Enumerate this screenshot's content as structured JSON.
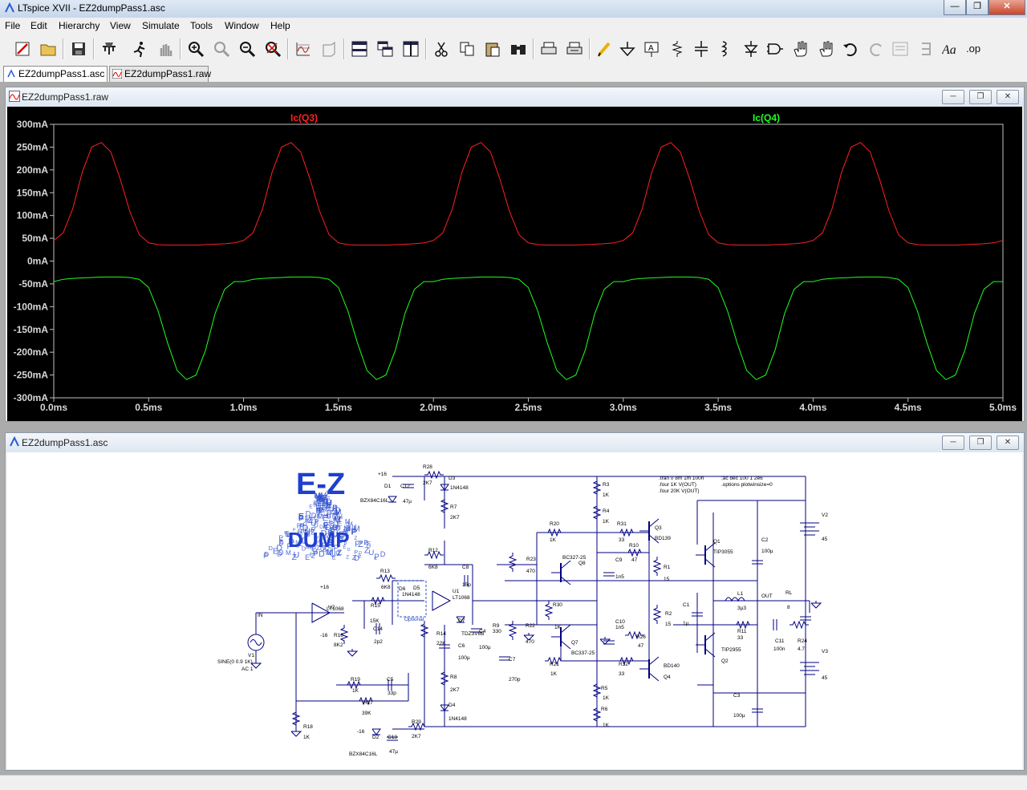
{
  "window": {
    "title": "LTspice XVII - EZ2dumpPass1.asc"
  },
  "menu": [
    "File",
    "Edit",
    "Hierarchy",
    "View",
    "Simulate",
    "Tools",
    "Window",
    "Help"
  ],
  "toolbar_icons": [
    "new-schematic-icon",
    "open-icon",
    "save-icon",
    "control-panel-icon",
    "run-icon",
    "halt-icon",
    "zoom-in-icon",
    "pan-icon",
    "zoom-out-icon",
    "zoom-fit-icon",
    "autorange-icon",
    "mark-unused-icon",
    "tile-horizontal-icon",
    "cascade-icon",
    "tile-vertical-icon",
    "cut-icon",
    "copy-icon",
    "paste-icon",
    "find-icon",
    "print-icon",
    "print-setup-icon",
    "draw-wire-icon",
    "ground-icon",
    "label-net-icon",
    "resistor-icon",
    "capacitor-icon",
    "inductor-icon",
    "diode-icon",
    "component-icon",
    "move-icon",
    "drag-icon",
    "undo-icon",
    "redo-icon",
    "rotate-icon",
    "mirror-icon",
    "text-icon",
    "spice-directive-icon"
  ],
  "tabs": [
    {
      "label": "EZ2dumpPass1.asc",
      "icon": "schematic-icon",
      "active": true
    },
    {
      "label": "EZ2dumpPass1.raw",
      "icon": "waveform-icon",
      "active": false
    }
  ],
  "plot_window": {
    "title": "EZ2dumpPass1.raw"
  },
  "schematic_window": {
    "title": "EZ2dumpPass1.asc"
  },
  "chart_data": {
    "type": "line",
    "x_unit": "ms",
    "xlim": [
      0,
      5
    ],
    "ylim": [
      -300,
      300
    ],
    "x_ticks": [
      "0.0ms",
      "0.5ms",
      "1.0ms",
      "1.5ms",
      "2.0ms",
      "2.5ms",
      "3.0ms",
      "3.5ms",
      "4.0ms",
      "4.5ms",
      "5.0ms"
    ],
    "y_ticks": [
      "300mA",
      "250mA",
      "200mA",
      "150mA",
      "100mA",
      "50mA",
      "0mA",
      "-50mA",
      "-100mA",
      "-150mA",
      "-200mA",
      "-250mA",
      "-300mA"
    ],
    "grid": false,
    "background": "#000000",
    "series": [
      {
        "name": "Ic(Q3)",
        "color": "#ff2020",
        "x": [
          0,
          0.05,
          0.1,
          0.15,
          0.2,
          0.25,
          0.3,
          0.35,
          0.4,
          0.45,
          0.5,
          0.55,
          0.6,
          0.65,
          0.7,
          0.75,
          0.8,
          0.85,
          0.9,
          0.95,
          1.0
        ],
        "values": [
          45,
          62,
          115,
          195,
          250,
          260,
          240,
          180,
          110,
          58,
          40,
          36,
          35,
          35,
          35,
          35,
          36,
          37,
          38,
          40,
          45
        ]
      },
      {
        "name": "Ic(Q4)",
        "color": "#20ff20",
        "x": [
          0,
          0.05,
          0.1,
          0.15,
          0.2,
          0.25,
          0.3,
          0.35,
          0.4,
          0.45,
          0.5,
          0.55,
          0.6,
          0.65,
          0.7,
          0.75,
          0.8,
          0.85,
          0.9,
          0.95,
          1.0
        ],
        "values": [
          -45,
          -40,
          -38,
          -37,
          -36,
          -35,
          -35,
          -35,
          -36,
          -40,
          -58,
          -110,
          -180,
          -240,
          -260,
          -250,
          -195,
          -115,
          -62,
          -45,
          -45
        ]
      }
    ]
  },
  "schematic": {
    "logo": {
      "title": "E-Z",
      "word": "DUMP"
    },
    "directives": [
      ".tran 0 8m 1m 100n",
      ".four 1K V(OUT)",
      ".four 20K V(OUT)",
      ";ac dec 100 1 2e6",
      ".options plotwinsize=0"
    ],
    "labels": [
      {
        "text": "+16",
        "c": "n"
      },
      {
        "text": "R28",
        "c": "n"
      },
      {
        "text": "2K7",
        "c": "n"
      },
      {
        "text": "D3",
        "c": "n"
      },
      {
        "text": "1N4148",
        "c": "n"
      },
      {
        "text": "D1",
        "c": "n"
      },
      {
        "text": "C12",
        "c": "n"
      },
      {
        "text": "47µ",
        "c": "n"
      },
      {
        "text": "BZX84C16L",
        "c": "n"
      },
      {
        "text": "R7",
        "c": "n"
      },
      {
        "text": "2K7",
        "c": "n"
      },
      {
        "text": "R3",
        "c": "n"
      },
      {
        "text": "1K",
        "c": "n"
      },
      {
        "text": "R4",
        "c": "n"
      },
      {
        "text": "1K",
        "c": "n"
      },
      {
        "text": "R20",
        "c": "n"
      },
      {
        "text": "1K",
        "c": "n"
      },
      {
        "text": "R31",
        "c": "n"
      },
      {
        "text": "33",
        "c": "n"
      },
      {
        "text": "Q3",
        "c": "n"
      },
      {
        "text": "BD139",
        "c": "n"
      },
      {
        "text": "Q1",
        "c": "n"
      },
      {
        "text": "TIP3055",
        "c": "n"
      },
      {
        "text": "C2",
        "c": "n"
      },
      {
        "text": "100µ",
        "c": "n"
      },
      {
        "text": "V2",
        "c": "n"
      },
      {
        "text": "45",
        "c": "n"
      },
      {
        "text": "R12",
        "c": "n"
      },
      {
        "text": "6K8",
        "c": "n"
      },
      {
        "text": "R23",
        "c": "n"
      },
      {
        "text": "470",
        "c": "n"
      },
      {
        "text": "BC327-25",
        "c": "n"
      },
      {
        "text": "Q8",
        "c": "n"
      },
      {
        "text": "R10",
        "c": "n"
      },
      {
        "text": "47",
        "c": "n"
      },
      {
        "text": "C9",
        "c": "n"
      },
      {
        "text": "1n5",
        "c": "n"
      },
      {
        "text": "R1",
        "c": "n"
      },
      {
        "text": "15",
        "c": "n"
      },
      {
        "text": "R13",
        "c": "n"
      },
      {
        "text": "6K8",
        "c": "n"
      },
      {
        "text": "C8",
        "c": "n"
      },
      {
        "text": "15p",
        "c": "n"
      },
      {
        "text": "D6",
        "c": "n"
      },
      {
        "text": "D5",
        "c": "n"
      },
      {
        "text": "1N4148",
        "c": "n"
      },
      {
        "text": "Optional",
        "c": "b"
      },
      {
        "text": "U1",
        "c": "n"
      },
      {
        "text": "LT1068",
        "c": "n"
      },
      {
        "text": "L1",
        "c": "n"
      },
      {
        "text": "3µ3",
        "c": "n"
      },
      {
        "text": "OUT",
        "c": "n"
      },
      {
        "text": "RL",
        "c": "n"
      },
      {
        "text": "8",
        "c": "n"
      },
      {
        "text": "C1",
        "c": "n"
      },
      {
        "text": "1µ",
        "c": "n"
      },
      {
        "text": "R2",
        "c": "n"
      },
      {
        "text": "15",
        "c": "n"
      },
      {
        "text": "+16",
        "c": "n"
      },
      {
        "text": "U2",
        "c": "n"
      },
      {
        "text": "LT1068",
        "c": "n"
      },
      {
        "text": "-16",
        "c": "n"
      },
      {
        "text": "IN",
        "c": "n"
      },
      {
        "text": "R15",
        "c": "n"
      },
      {
        "text": "15K",
        "c": "n"
      },
      {
        "text": "C14",
        "c": "n"
      },
      {
        "text": "2p2",
        "c": "n"
      },
      {
        "text": "R16",
        "c": "n"
      },
      {
        "text": "8K2",
        "c": "n"
      },
      {
        "text": "D7",
        "c": "n"
      },
      {
        "text": "TDZ3V6B",
        "c": "n"
      },
      {
        "text": "R9",
        "c": "n"
      },
      {
        "text": "330",
        "c": "n"
      },
      {
        "text": "R22",
        "c": "n"
      },
      {
        "text": "470",
        "c": "n"
      },
      {
        "text": "R30",
        "c": "n"
      },
      {
        "text": "1K",
        "c": "n"
      },
      {
        "text": "C10",
        "c": "n"
      },
      {
        "text": "1n5",
        "c": "n"
      },
      {
        "text": "R11",
        "c": "n"
      },
      {
        "text": "33",
        "c": "n"
      },
      {
        "text": "C11",
        "c": "n"
      },
      {
        "text": "100n",
        "c": "n"
      },
      {
        "text": "R24",
        "c": "n"
      },
      {
        "text": "4.7",
        "c": "n"
      },
      {
        "text": "V1",
        "c": "n"
      },
      {
        "text": "SINE(0 0.9 1K)",
        "c": "n"
      },
      {
        "text": "AC 1",
        "c": "n"
      },
      {
        "text": "R14",
        "c": "n"
      },
      {
        "text": "22K",
        "c": "n"
      },
      {
        "text": "C4",
        "c": "n"
      },
      {
        "text": "100µ",
        "c": "n"
      },
      {
        "text": "C6",
        "c": "n"
      },
      {
        "text": "100µ",
        "c": "n"
      },
      {
        "text": "Q7",
        "c": "n"
      },
      {
        "text": "BC337-25",
        "c": "n"
      },
      {
        "text": "R26",
        "c": "n"
      },
      {
        "text": "47",
        "c": "n"
      },
      {
        "text": "TIP2955",
        "c": "n"
      },
      {
        "text": "Q2",
        "c": "n"
      },
      {
        "text": "V3",
        "c": "n"
      },
      {
        "text": "45",
        "c": "n"
      },
      {
        "text": "C7",
        "c": "n"
      },
      {
        "text": "270p",
        "c": "n"
      },
      {
        "text": "R21",
        "c": "n"
      },
      {
        "text": "1K",
        "c": "n"
      },
      {
        "text": "R32",
        "c": "n"
      },
      {
        "text": "33",
        "c": "n"
      },
      {
        "text": "BD140",
        "c": "n"
      },
      {
        "text": "Q4",
        "c": "n"
      },
      {
        "text": "R19",
        "c": "n"
      },
      {
        "text": "1K",
        "c": "n"
      },
      {
        "text": "C5",
        "c": "n"
      },
      {
        "text": "33p",
        "c": "n"
      },
      {
        "text": "R17",
        "c": "n"
      },
      {
        "text": "39K",
        "c": "n"
      },
      {
        "text": "R8",
        "c": "n"
      },
      {
        "text": "2K7",
        "c": "n"
      },
      {
        "text": "R5",
        "c": "n"
      },
      {
        "text": "1K",
        "c": "n"
      },
      {
        "text": "C3",
        "c": "n"
      },
      {
        "text": "100µ",
        "c": "n"
      },
      {
        "text": "D4",
        "c": "n"
      },
      {
        "text": "1N4148",
        "c": "n"
      },
      {
        "text": "R6",
        "c": "n"
      },
      {
        "text": "1K",
        "c": "n"
      },
      {
        "text": "R18",
        "c": "n"
      },
      {
        "text": "1K",
        "c": "n"
      },
      {
        "text": "-16",
        "c": "n"
      },
      {
        "text": "R29",
        "c": "n"
      },
      {
        "text": "2K7",
        "c": "n"
      },
      {
        "text": "D2",
        "c": "n"
      },
      {
        "text": "C13",
        "c": "n"
      },
      {
        "text": "47µ",
        "c": "n"
      },
      {
        "text": "BZX84C16L",
        "c": "n"
      }
    ]
  }
}
